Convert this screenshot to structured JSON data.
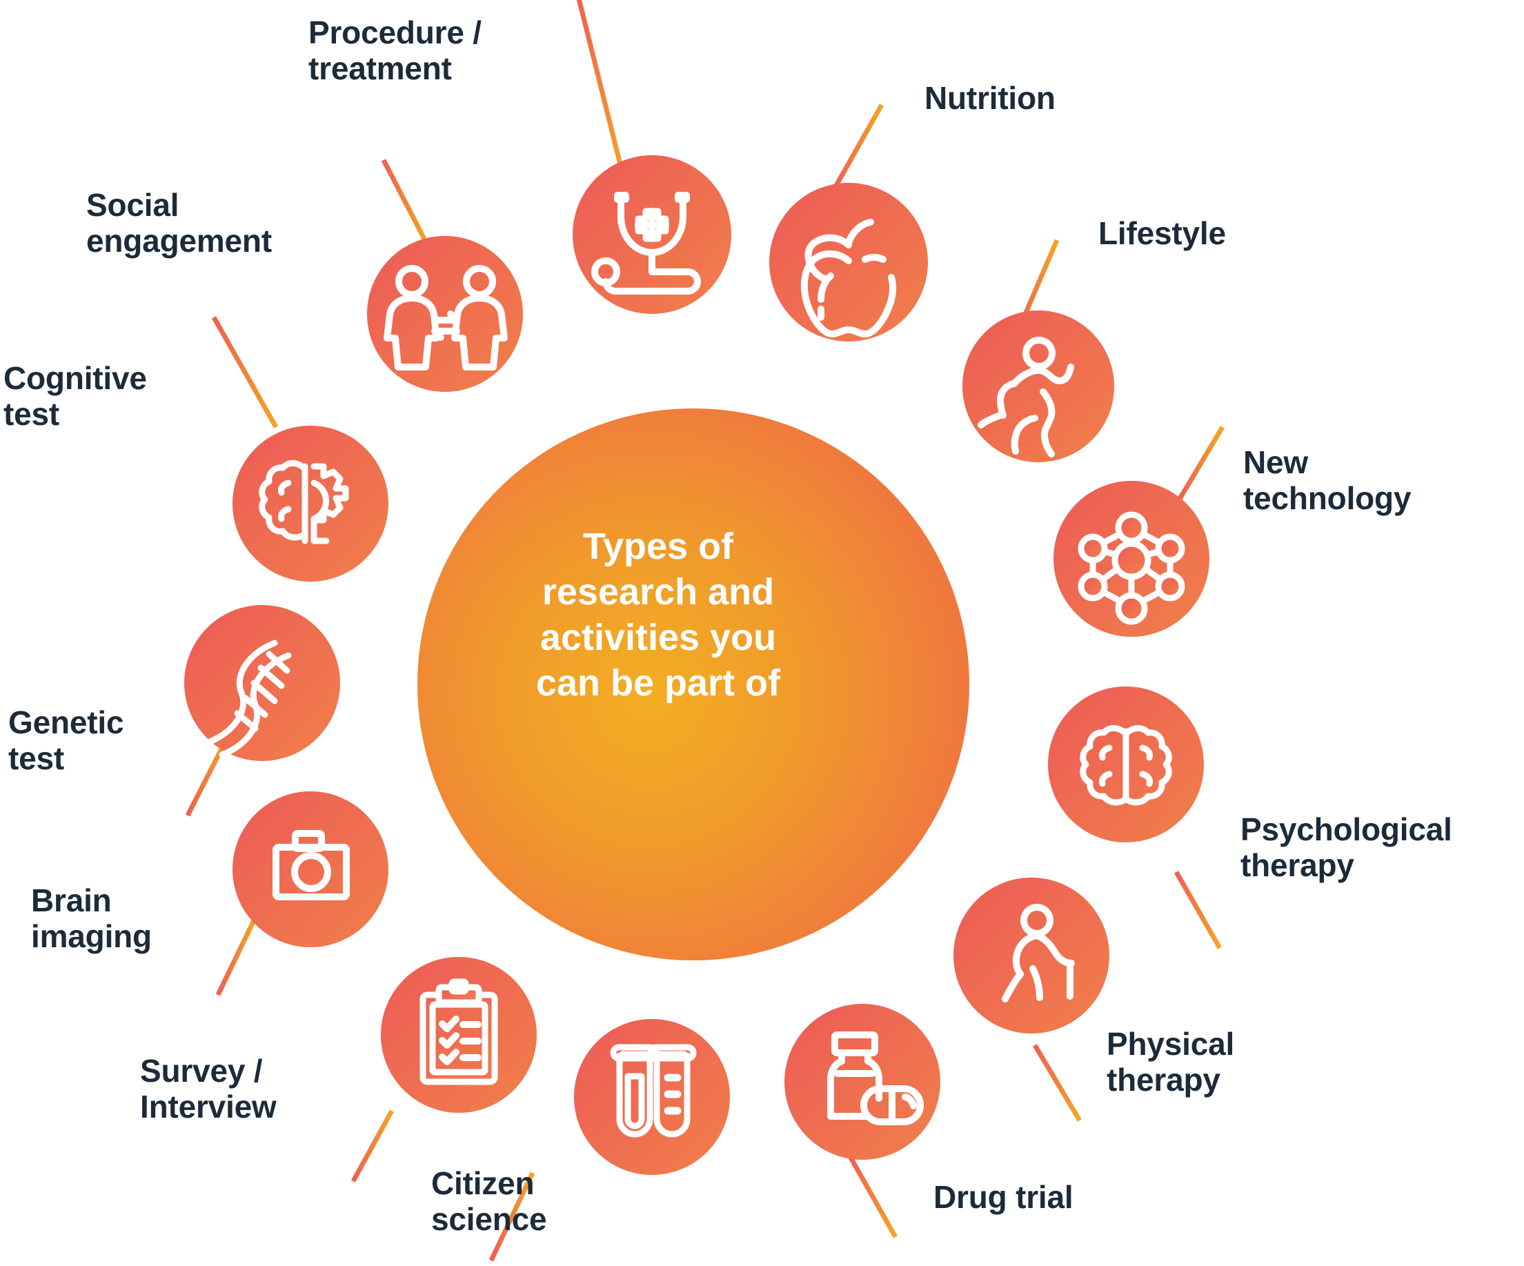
{
  "center": {
    "title": "Types of\nresearch and\nactivities you\ncan be part of",
    "gradient_inner": "#f0a32a",
    "gradient_outer": "#ef7b3f"
  },
  "colors": {
    "label_text": "#1c2b3a",
    "node_gradient_start": "#ec5c55",
    "node_gradient_end": "#f07a4a",
    "connector_start": "#f0a32a",
    "connector_end": "#ee5a52",
    "background": "#ffffff"
  },
  "nodes": [
    {
      "id": "procedure-treatment",
      "label": "Procedure /\ntreatment",
      "icon": "stethoscope-icon"
    },
    {
      "id": "nutrition",
      "label": "Nutrition",
      "icon": "apple-icon"
    },
    {
      "id": "lifestyle",
      "label": "Lifestyle",
      "icon": "running-person-icon"
    },
    {
      "id": "new-technology",
      "label": "New\ntechnology",
      "icon": "network-nodes-icon"
    },
    {
      "id": "psychological-therapy",
      "label": "Psychological\ntherapy",
      "icon": "brain-icon"
    },
    {
      "id": "physical-therapy",
      "label": "Physical\ntherapy",
      "icon": "walking-person-cane-icon"
    },
    {
      "id": "drug-trial",
      "label": "Drug trial",
      "icon": "medicine-bottle-pill-icon"
    },
    {
      "id": "citizen-science",
      "label": "Citizen\nscience",
      "icon": "test-tubes-icon"
    },
    {
      "id": "survey-interview",
      "label": "Survey /\nInterview",
      "icon": "clipboard-checklist-icon"
    },
    {
      "id": "brain-imaging",
      "label": "Brain\nimaging",
      "icon": "camera-icon"
    },
    {
      "id": "genetic-test",
      "label": "Genetic\ntest",
      "icon": "dna-icon"
    },
    {
      "id": "cognitive-test",
      "label": "Cognitive\ntest",
      "icon": "brain-gear-icon"
    },
    {
      "id": "social-engagement",
      "label": "Social\nengagement",
      "icon": "two-people-exchange-icon"
    }
  ]
}
